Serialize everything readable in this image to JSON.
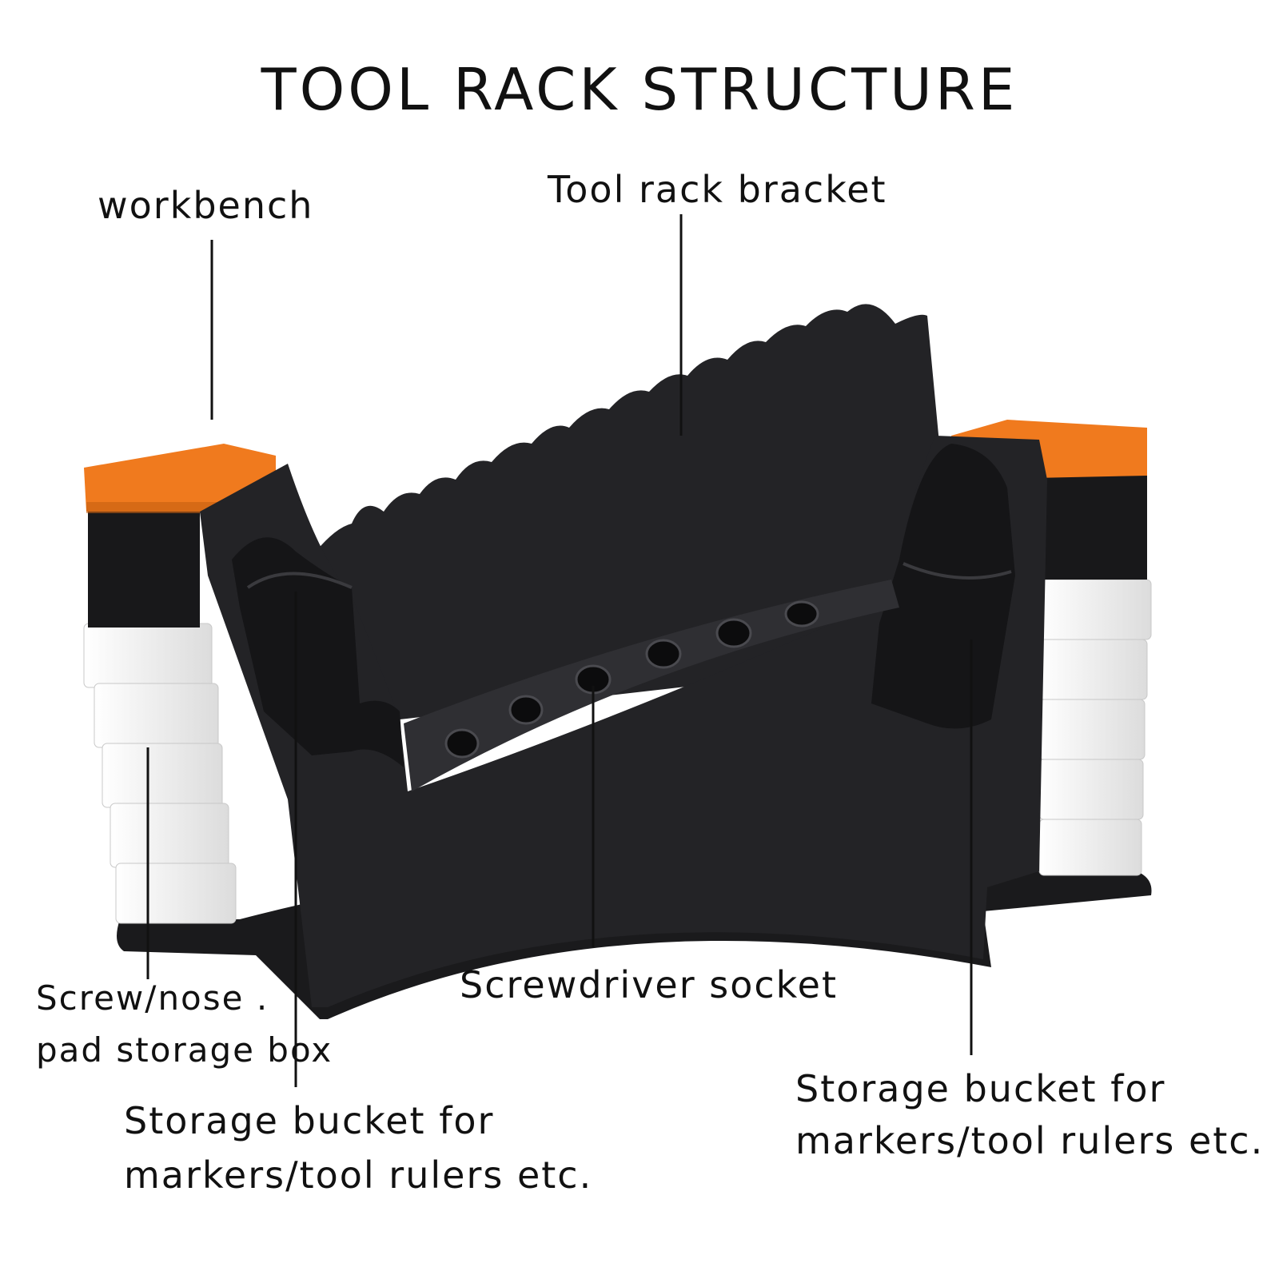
{
  "title": "TOOL RACK STRUCTURE",
  "labels": {
    "workbench": "workbench",
    "bracket": "Tool rack bracket",
    "screw_box_line1": "Screw/nose .",
    "screw_box_line2": "pad storage box",
    "socket": "Screwdriver socket",
    "bucket_left_line1": "Storage bucket for",
    "bucket_left_line2": "markers/tool rulers etc.",
    "bucket_right_line1": "Storage bucket for",
    "bucket_right_line2": "markers/tool rulers etc."
  },
  "colors": {
    "body": "#1e1e20",
    "body_shade": "#2c2c2f",
    "accent": "#f07a1e",
    "drawer": "#eeeeee",
    "leader": "#111111"
  }
}
